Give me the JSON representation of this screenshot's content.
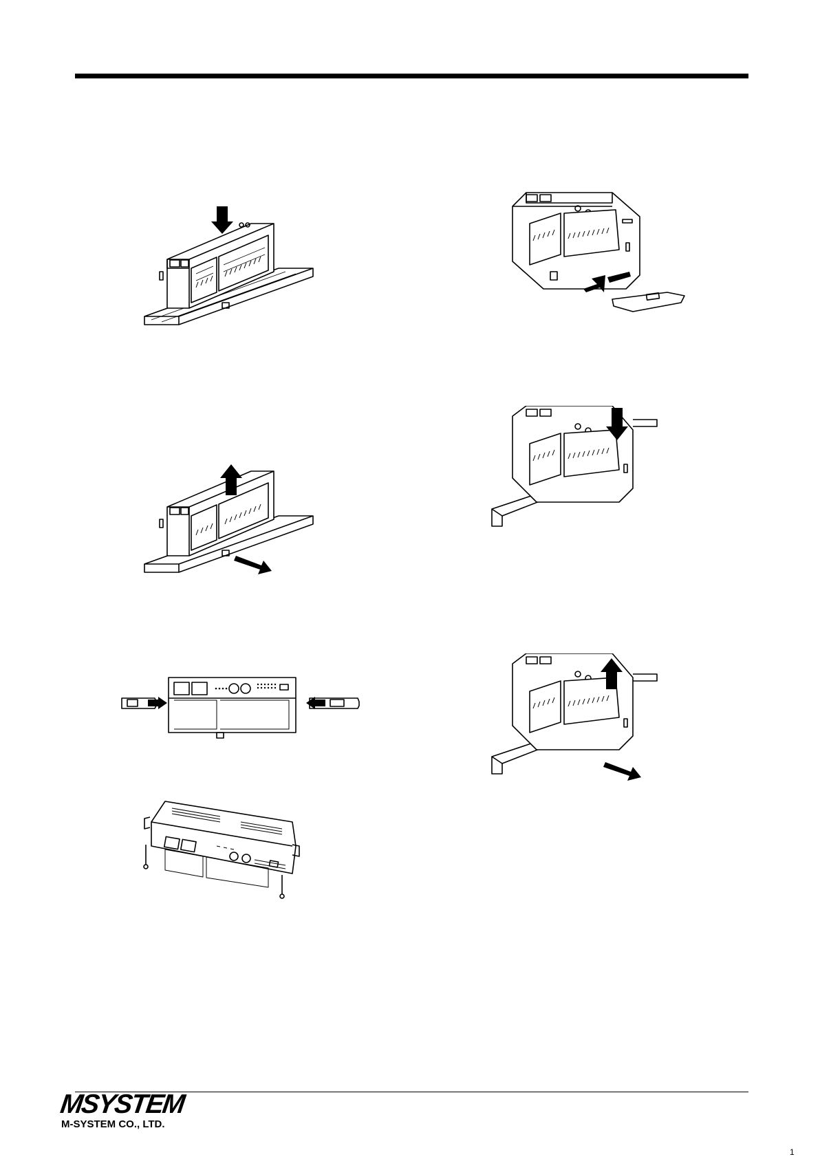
{
  "footer": {
    "logo_text": "MSYSTEM",
    "company_name": "M-SYSTEM CO., LTD.",
    "page_number": "1"
  }
}
